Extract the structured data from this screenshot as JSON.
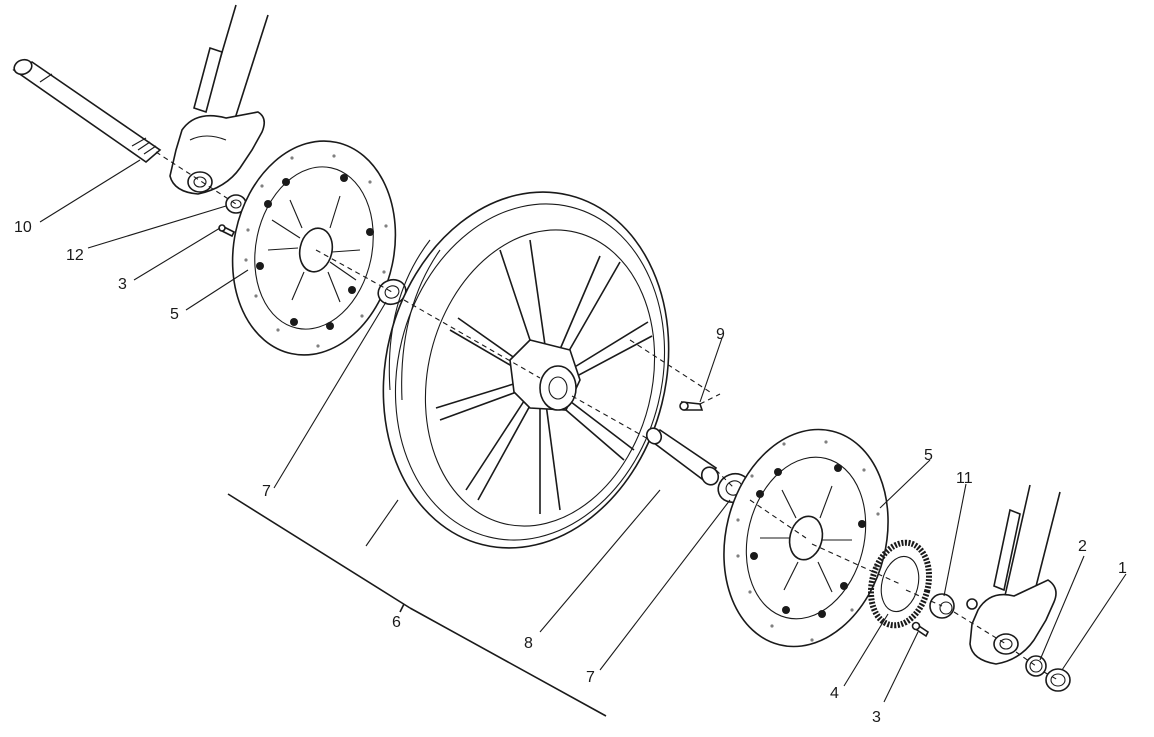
{
  "diagram": {
    "callouts": [
      {
        "id": "label-1",
        "text": "1"
      },
      {
        "id": "label-2",
        "text": "2"
      },
      {
        "id": "label-3a",
        "text": "3"
      },
      {
        "id": "label-3b",
        "text": "3"
      },
      {
        "id": "label-4",
        "text": "4"
      },
      {
        "id": "label-5a",
        "text": "5"
      },
      {
        "id": "label-5b",
        "text": "5"
      },
      {
        "id": "label-6",
        "text": "6"
      },
      {
        "id": "label-7a",
        "text": "7"
      },
      {
        "id": "label-7b",
        "text": "7"
      },
      {
        "id": "label-8",
        "text": "8"
      },
      {
        "id": "label-9",
        "text": "9"
      },
      {
        "id": "label-10",
        "text": "10"
      },
      {
        "id": "label-11",
        "text": "11"
      },
      {
        "id": "label-12",
        "text": "12"
      }
    ]
  }
}
